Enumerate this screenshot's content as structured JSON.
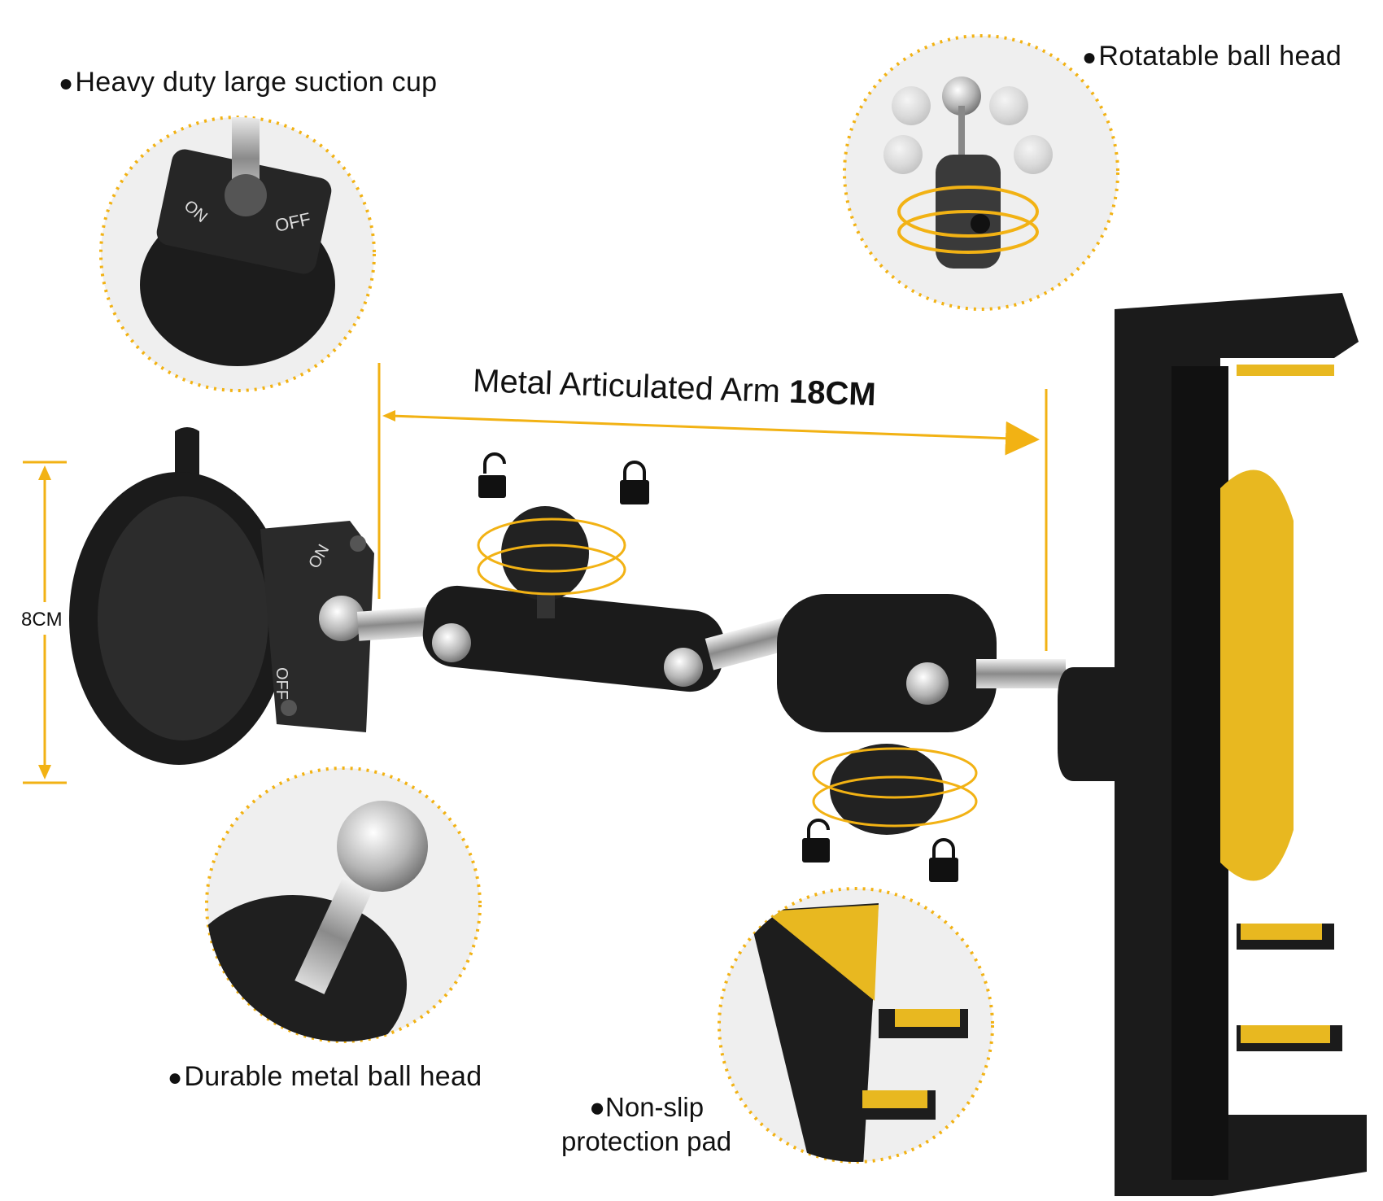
{
  "callouts": {
    "suction_cup": "Heavy duty large suction cup",
    "rotatable_ball": "Rotatable ball head",
    "metal_ball": "Durable metal ball head",
    "non_slip_line1": "Non-slip",
    "non_slip_line2": "protection pad"
  },
  "bullet": "●",
  "arm": {
    "text": "Metal Articulated Arm ",
    "length": "18CM"
  },
  "base_height": "8CM",
  "switch": {
    "on": "ON",
    "off": "OFF"
  },
  "colors": {
    "accent": "#f2b214",
    "body": "#1b1b1b",
    "pad": "#e8b820",
    "circle_bg": "#efefef"
  }
}
